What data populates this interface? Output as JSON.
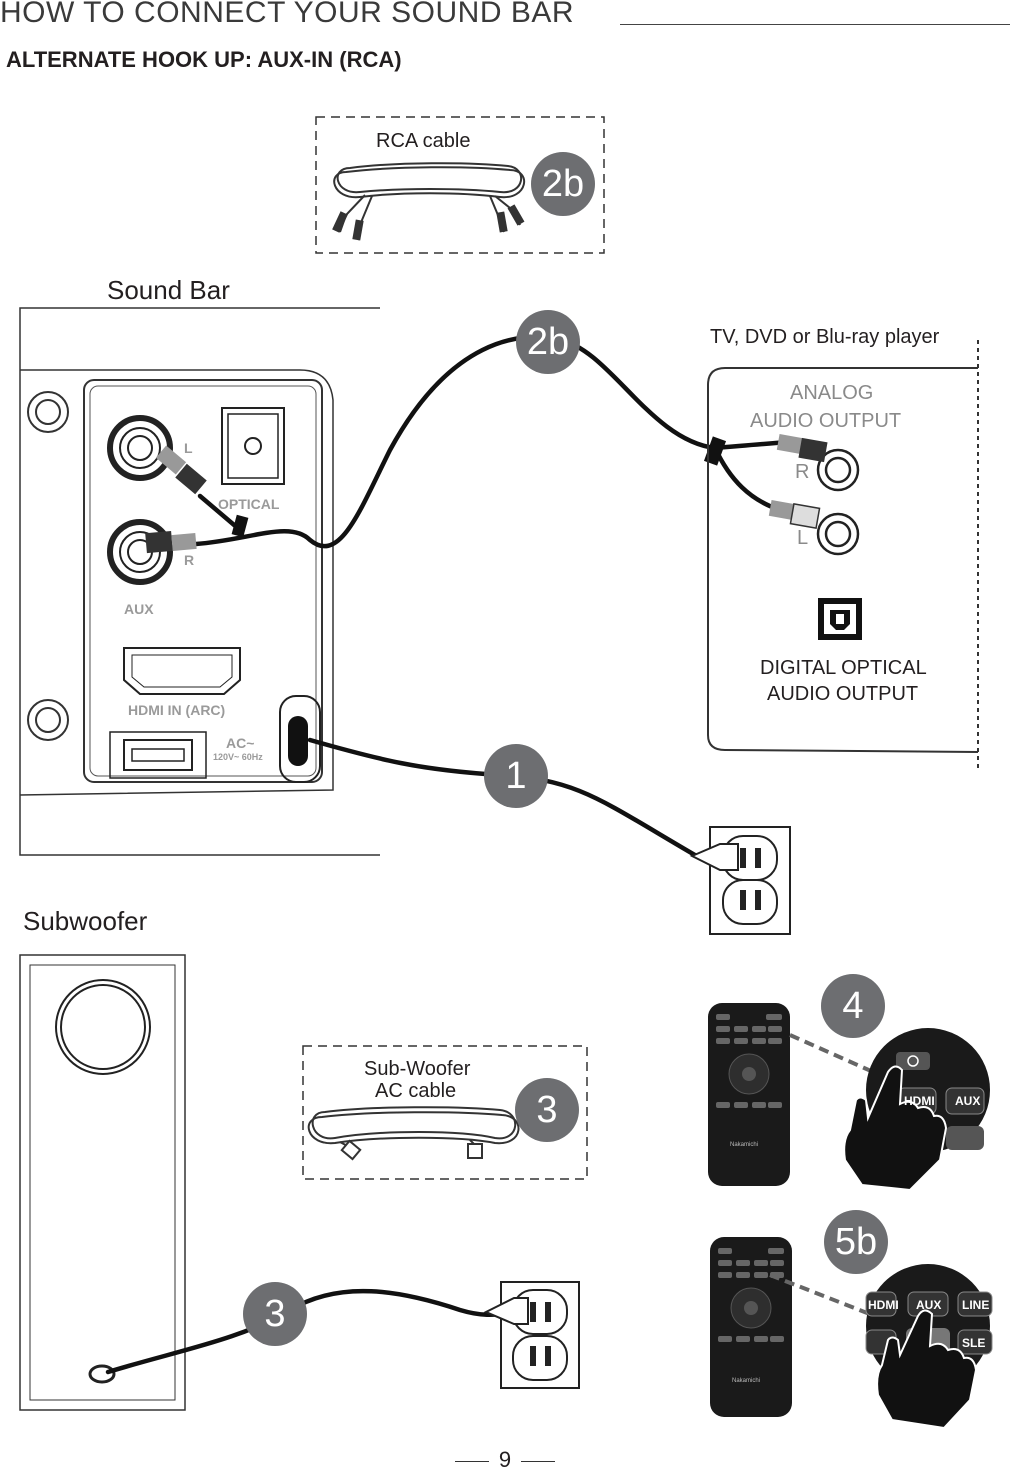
{
  "header": {
    "title": "HOW TO CONNECT YOUR SOUND BAR",
    "subtitle": "ALTERNATE HOOK UP: AUX-IN (RCA)"
  },
  "rca_box": {
    "label": "RCA cable",
    "badge": "2b"
  },
  "soundbar": {
    "label": "Sound Bar",
    "panel": {
      "left": "L",
      "right": "R",
      "optical": "OPTICAL",
      "aux": "AUX",
      "hdmi": "HDMI IN (ARC)",
      "ac": "AC~",
      "ac_spec": "120V~ 60Hz"
    }
  },
  "cable_badge": "2b",
  "tv": {
    "label": "TV, DVD or Blu-ray player",
    "analog_line1": "ANALOG",
    "analog_line2": "AUDIO OUTPUT",
    "right": "R",
    "left": "L",
    "digital_line1": "DIGITAL OPTICAL",
    "digital_line2": "AUDIO OUTPUT"
  },
  "power_badge": "1",
  "subwoofer": {
    "label": "Subwoofer",
    "cable_label_line1": "Sub-Woofer",
    "cable_label_line2": "AC cable",
    "cable_badge": "3",
    "wire_badge": "3"
  },
  "remote_steps": [
    {
      "badge": "4",
      "keys": [
        "HDMI",
        "AUX"
      ]
    },
    {
      "badge": "5b",
      "keys": [
        "HDMI",
        "AUX",
        "LINE",
        "SLE"
      ]
    }
  ],
  "remote_brand": "Nakamichi",
  "page_number": "9"
}
